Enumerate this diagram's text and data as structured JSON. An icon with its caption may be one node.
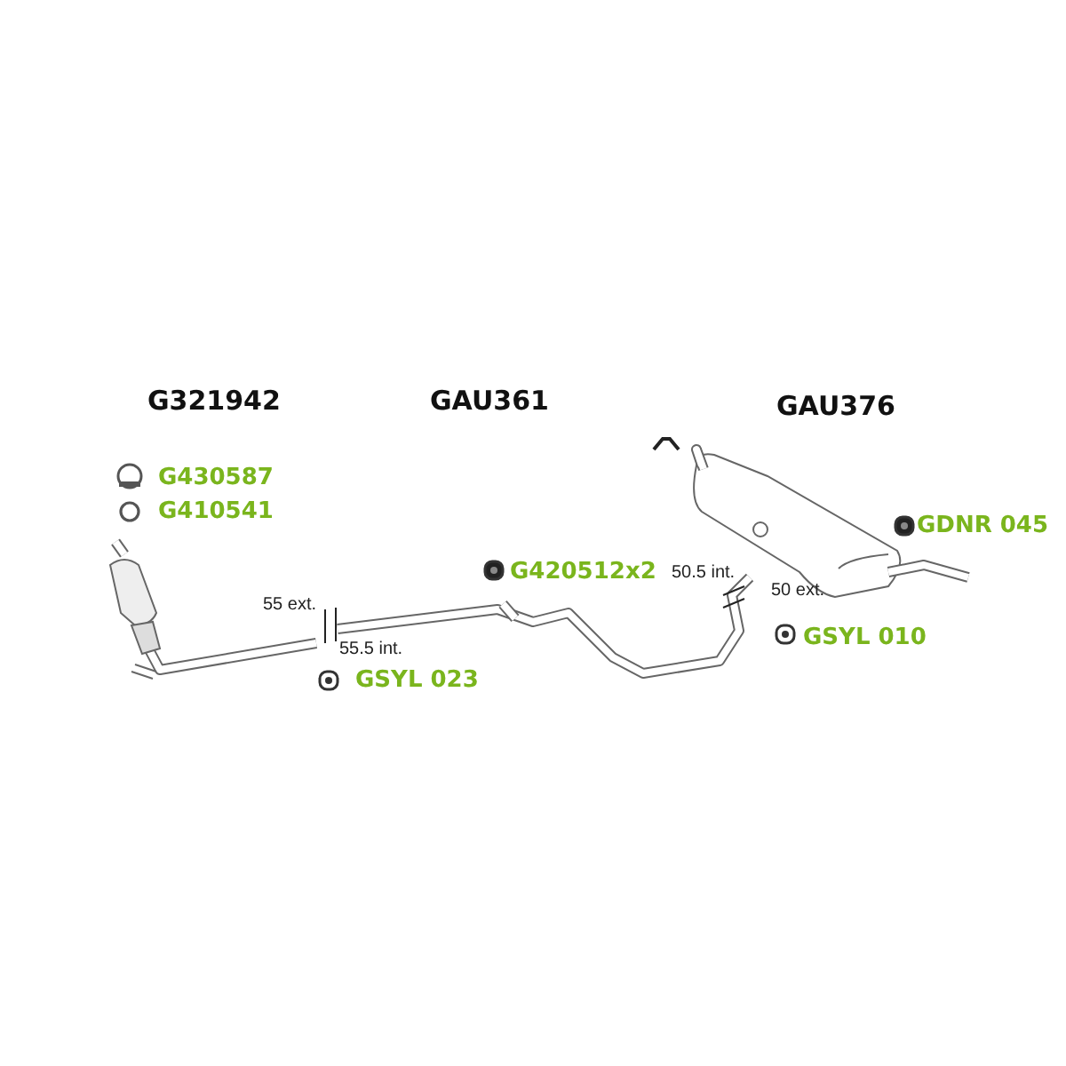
{
  "diagram": {
    "labels": [
      "G321942",
      "GAU361",
      "GAU376",
      "G430587",
      "G410541",
      "GDNR 045",
      "G420512x2",
      "50.5 int.",
      "50 ext.",
      "55 ext.",
      "55.5 int.",
      "GSYL 010",
      "GSYL 023"
    ]
  }
}
